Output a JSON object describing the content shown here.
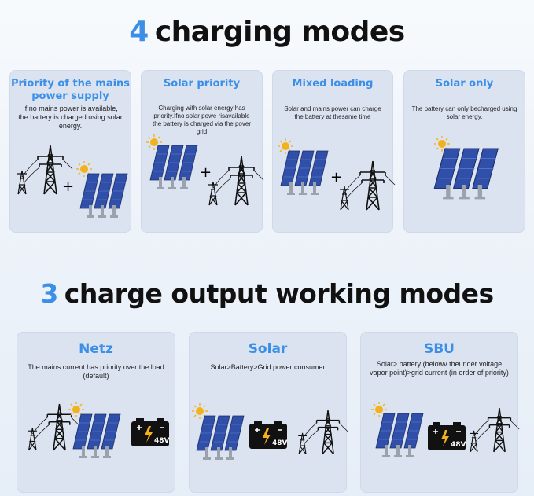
{
  "section1": {
    "number": "4",
    "title": "charging modes",
    "cards": [
      {
        "title": "Priority of the mains power supply",
        "description": "If no mains power is available, the battery is charged using solar energy."
      },
      {
        "title": "Solar priority",
        "description": "Charging with solar energy has priority.Ifno solar powe risavailable the battery is charged via the pover grid"
      },
      {
        "title": "Mixed loading",
        "description": "Solar and mains power can charge the battery at thesame time"
      },
      {
        "title": "Solar only",
        "description": "The battery can only becharged using solar energy."
      }
    ]
  },
  "section2": {
    "number": "3",
    "title": "charge output working modes",
    "cards": [
      {
        "title": "Netz",
        "description": "The mains current has priority over the load (default)"
      },
      {
        "title": "Solar",
        "description": "Solar>Battery>Grid power consumer"
      },
      {
        "title": "SBU",
        "description": "Solar> battery (belowv theunder voltage vapor point)>grid current (in order of priority)"
      }
    ]
  },
  "battery_label": "48V",
  "plus_sign": "+",
  "colors": {
    "accent": "#3b8fe6",
    "card": "#dbe3f1",
    "panel": "#2f4fa8",
    "sun": "#f4b21a"
  },
  "icons": [
    "power-tower-icon",
    "solar-panel-icon",
    "sun-icon",
    "battery-icon"
  ]
}
